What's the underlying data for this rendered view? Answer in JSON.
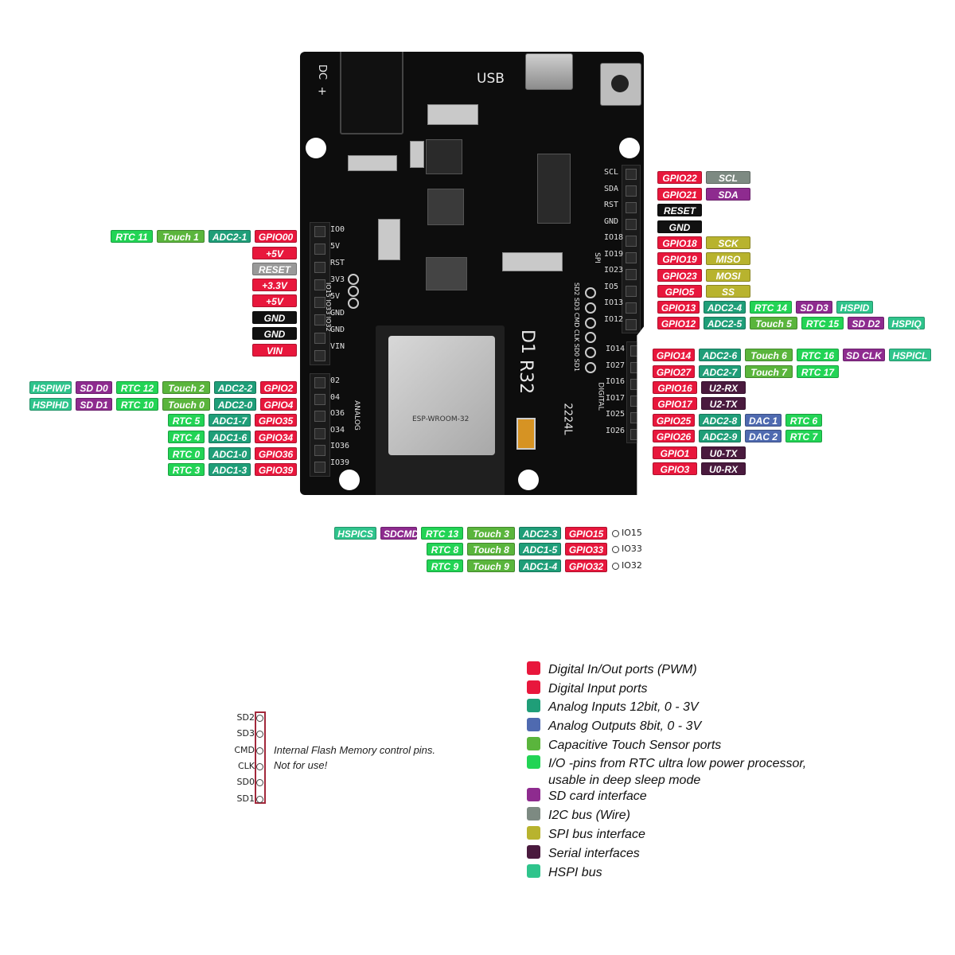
{
  "board": {
    "silk_dc": "DC",
    "silk_plus": "+",
    "silk_usb": "USB",
    "silk_d1": "D1",
    "silk_r32": "R32",
    "silk_spi": "SPI",
    "silk_digital": "DIGITAL",
    "silk_analog": "ANALOG",
    "silk_date": "2224L",
    "silk_sd": "SD2 SD3 CMD CLK SD0 SD1",
    "silk_io": "IO15 IO33 IO32",
    "module_name": "ESP-WROOM-32",
    "left_header_pins": [
      "IO0",
      "5V",
      "RST",
      "3V3",
      "5V",
      "GND",
      "GND",
      "VIN"
    ],
    "analog_header_pins": [
      "02",
      "04",
      "O36",
      "O34",
      "IO36",
      "IO39"
    ],
    "right_header_pins_top": [
      "SCL",
      "SDA",
      "RST",
      "GND",
      "IO18",
      "IO19",
      "IO23",
      "IO5",
      "IO13",
      "IO12"
    ],
    "right_header_pins_bottom": [
      "IO14",
      "IO27",
      "IO16",
      "IO17",
      "IO25",
      "IO26"
    ]
  },
  "left_rows": [
    [
      "RTC 11",
      "Touch 1",
      "ADC2-1",
      "GPIO00"
    ],
    [
      "+5V"
    ],
    [
      "RESET"
    ],
    [
      "+3.3V"
    ],
    [
      "+5V"
    ],
    [
      "GND"
    ],
    [
      "GND"
    ],
    [
      "VIN"
    ],
    [
      "HSPIWP",
      "SD D0",
      "RTC 12",
      "Touch 2",
      "ADC2-2",
      "GPIO2"
    ],
    [
      "HSPIHD",
      "SD D1",
      "RTC 10",
      "Touch 0",
      "ADC2-0",
      "GPIO4"
    ],
    [
      "RTC 5",
      "ADC1-7",
      "GPIO35"
    ],
    [
      "RTC 4",
      "ADC1-6",
      "GPIO34"
    ],
    [
      "RTC 0",
      "ADC1-0",
      "GPIO36"
    ],
    [
      "RTC 3",
      "ADC1-3",
      "GPIO39"
    ]
  ],
  "right_rows": [
    [
      "GPIO22",
      "SCL"
    ],
    [
      "GPIO21",
      "SDA"
    ],
    [
      "RESET"
    ],
    [
      "GND"
    ],
    [
      "GPIO18",
      "SCK"
    ],
    [
      "GPIO19",
      "MISO"
    ],
    [
      "GPIO23",
      "MOSI"
    ],
    [
      "GPIO5",
      "SS"
    ],
    [
      "GPIO13",
      "ADC2-4",
      "RTC 14",
      "SD D3",
      "HSPID"
    ],
    [
      "GPIO12",
      "ADC2-5",
      "Touch 5",
      "RTC 15",
      "SD D2",
      "HSPIQ"
    ],
    [
      "GPIO14",
      "ADC2-6",
      "Touch 6",
      "RTC 16",
      "SD CLK",
      "HSPICL"
    ],
    [
      "GPIO27",
      "ADC2-7",
      "Touch 7",
      "RTC 17"
    ],
    [
      "GPIO16",
      "U2-RX"
    ],
    [
      "GPIO17",
      "U2-TX"
    ],
    [
      "GPIO25",
      "ADC2-8",
      "DAC 1",
      "RTC 6"
    ],
    [
      "GPIO26",
      "ADC2-9",
      "DAC 2",
      "RTC 7"
    ],
    [
      "GPIO1",
      "U0-TX"
    ],
    [
      "GPIO3",
      "U0-RX"
    ]
  ],
  "bottom_rows": [
    {
      "tags": [
        "HSPICS",
        "SDCMD",
        "RTC 13",
        "Touch 3",
        "ADC2-3",
        "GPIO15"
      ],
      "pin": "IO15"
    },
    {
      "tags": [
        "RTC 8",
        "Touch 8",
        "ADC1-5",
        "GPIO33"
      ],
      "pin": "IO33"
    },
    {
      "tags": [
        "RTC 9",
        "Touch 9",
        "ADC1-4",
        "GPIO32"
      ],
      "pin": "IO32"
    }
  ],
  "flash": {
    "pins": [
      "SD2",
      "SD3",
      "CMD",
      "CLK",
      "SD0",
      "SD1"
    ],
    "note_line1": "Internal Flash Memory control pins.",
    "note_line2": "Not for use!"
  },
  "legend": [
    {
      "label": "Digital In/Out ports (PWM)",
      "color": "#e8173c"
    },
    {
      "label": "Digital Input ports",
      "color": "#e8173c"
    },
    {
      "label": "Analog Inputs 12bit, 0 - 3V",
      "color": "#1f9e78"
    },
    {
      "label": "Analog Outputs 8bit, 0 - 3V",
      "color": "#4f6ab0"
    },
    {
      "label": "Capacitive Touch Sensor ports",
      "color": "#5ab53c"
    },
    {
      "label": "I/O -pins from RTC ultra low power processor,",
      "color": "#22d455"
    },
    {
      "label": "usable in deep sleep mode",
      "color": ""
    },
    {
      "label": "SD card interface",
      "color": "#8e2b8f"
    },
    {
      "label": "I2C bus (Wire)",
      "color": "#7d8a82"
    },
    {
      "label": "SPI bus interface",
      "color": "#b8b32e"
    },
    {
      "label": "Serial interfaces",
      "color": "#4a1a3e"
    },
    {
      "label": "HSPI bus",
      "color": "#2fc48c"
    }
  ]
}
